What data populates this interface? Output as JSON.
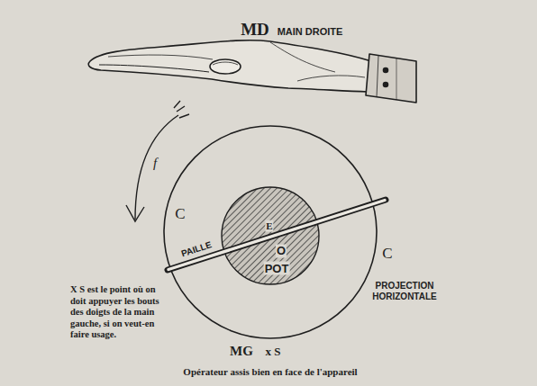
{
  "diagram": {
    "caption": "Opérateur assis bien en face de l'appareil",
    "nodes": [
      {
        "text": [
          "POT"
        ]
      }
    ],
    "labels": [
      "MD",
      "MAIN DROITE",
      "f",
      "C",
      "C",
      "PAILLE",
      "E",
      "O",
      "X S est le point où on doit appuyer les bouts des doigts de la main gauche, si on veut-en faire usage.",
      "PROJECTION HORIZONTALE",
      "MG",
      "x S"
    ]
  }
}
